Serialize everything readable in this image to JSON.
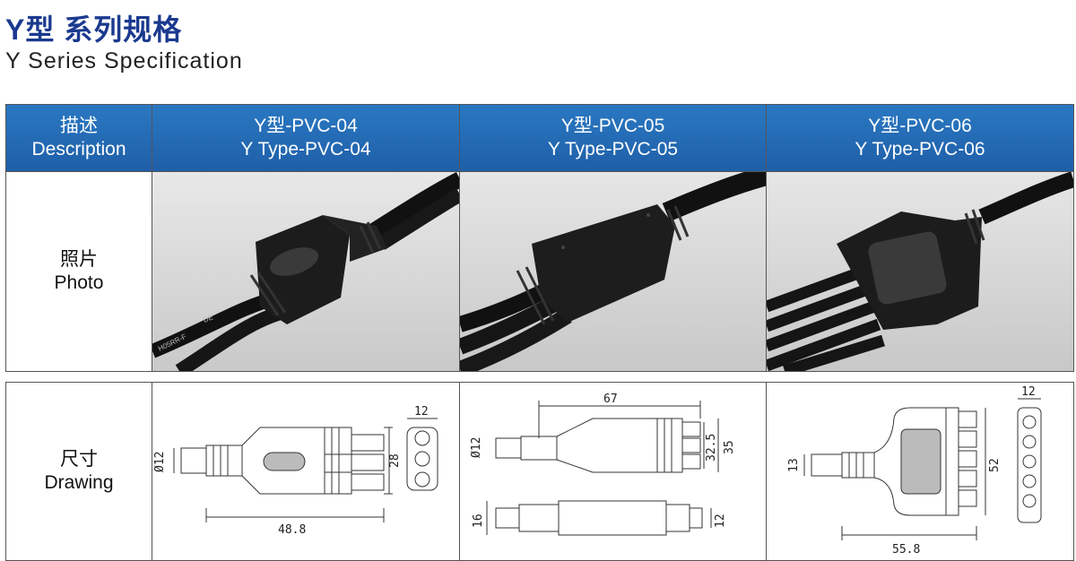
{
  "page": {
    "title_cn": "Y型 系列规格",
    "title_en": "Y Series Specification"
  },
  "table": {
    "header": {
      "description_cn": "描述",
      "description_en": "Description",
      "models": [
        {
          "cn": "Y型-PVC-04",
          "en": "Y Type-PVC-04"
        },
        {
          "cn": "Y型-PVC-05",
          "en": "Y Type-PVC-05"
        },
        {
          "cn": "Y型-PVC-06",
          "en": "Y Type-PVC-06"
        }
      ]
    },
    "photo_row": {
      "label_cn": "照片",
      "label_en": "Photo"
    },
    "drawing_row": {
      "label_cn": "尺寸",
      "label_en": "Drawing"
    }
  },
  "photo_prints": {
    "cable1": "DE",
    "cable2": "H05RR-F"
  },
  "drawings": {
    "pvc04": {
      "diameter": "Ø12",
      "length": "48.8",
      "height": "28",
      "end_width": "12"
    },
    "pvc05": {
      "diameter": "Ø12",
      "length": "67",
      "height_inner": "32.5",
      "height_outer": "35",
      "side_thickness": "16",
      "side_end": "12"
    },
    "pvc06": {
      "diameter": "13",
      "length": "55.8",
      "height": "52",
      "end_width": "12"
    }
  },
  "colors": {
    "title_blue": "#1b3a8f",
    "header_blue": "#2268b3",
    "photo_bg": "#dcdcdc",
    "plug": "#1a1a1a"
  }
}
